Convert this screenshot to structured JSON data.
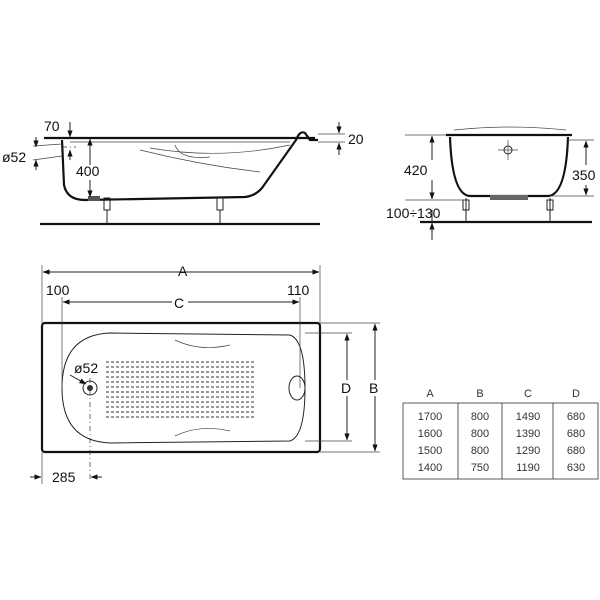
{
  "side_view": {
    "rim_height": "70",
    "drain_diameter": "ø52",
    "depth": "400",
    "rim_thickness": "20"
  },
  "end_view": {
    "total_height": "420",
    "inner_depth": "350",
    "feet_range": "100÷130"
  },
  "top_view": {
    "length_label": "A",
    "inner_length_label": "C",
    "width_label": "B",
    "inner_width_label": "D",
    "left_offset": "100",
    "right_offset": "110",
    "drain_diameter": "ø52",
    "drain_offset": "285"
  },
  "table": {
    "headers": [
      "A",
      "B",
      "C",
      "D"
    ],
    "rows": [
      [
        "1700",
        "800",
        "1490",
        "680"
      ],
      [
        "1600",
        "800",
        "1390",
        "680"
      ],
      [
        "1500",
        "800",
        "1290",
        "680"
      ],
      [
        "1400",
        "750",
        "1190",
        "630"
      ]
    ]
  }
}
